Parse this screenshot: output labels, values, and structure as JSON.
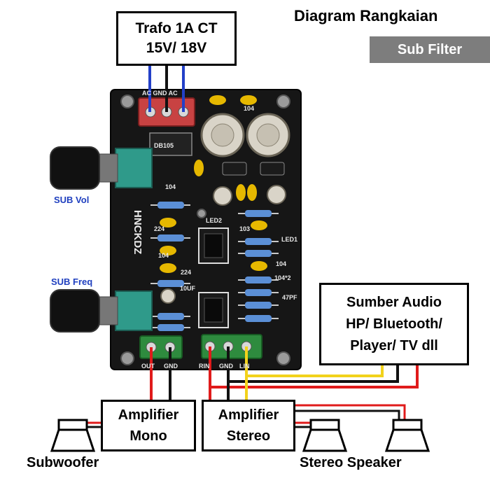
{
  "title": "Diagram Rangkaian",
  "subtitle": "Sub Filter",
  "trafo": {
    "line1": "Trafo 1A CT",
    "line2": "15V/ 18V"
  },
  "sub_vol": "SUB Vol",
  "sub_freq": "SUB Freq",
  "source": {
    "line1": "Sumber Audio",
    "line2": "HP/ Bluetooth/",
    "line3": "Player/ TV dll"
  },
  "amp_mono": {
    "line1": "Amplifier",
    "line2": "Mono"
  },
  "amp_stereo": {
    "line1": "Amplifier",
    "line2": "Stereo"
  },
  "subwoofer": "Subwoofer",
  "stereo_speaker": "Stereo Speaker",
  "board": {
    "brand": "HNCKDZ",
    "power_pins": "AC GND AC",
    "out_pins": [
      "OUT",
      "GND"
    ],
    "in_pins": [
      "RIN",
      "GND",
      "LIN"
    ],
    "part_labels": [
      "104",
      "104",
      "104",
      "224",
      "224",
      "103",
      "104",
      "10UF",
      "47PF",
      "104*2",
      "DB105",
      "LED1",
      "LED2"
    ]
  },
  "colors": {
    "wire_red": "#e01b1b",
    "wire_yellow": "#f2d21b",
    "wire_black": "#111111",
    "wire_blue": "#2340c8",
    "pcb": "#151515",
    "terminal_green": "#2e8b3e",
    "terminal_red": "#c84242",
    "grey_tag": "#7d7d7d"
  }
}
